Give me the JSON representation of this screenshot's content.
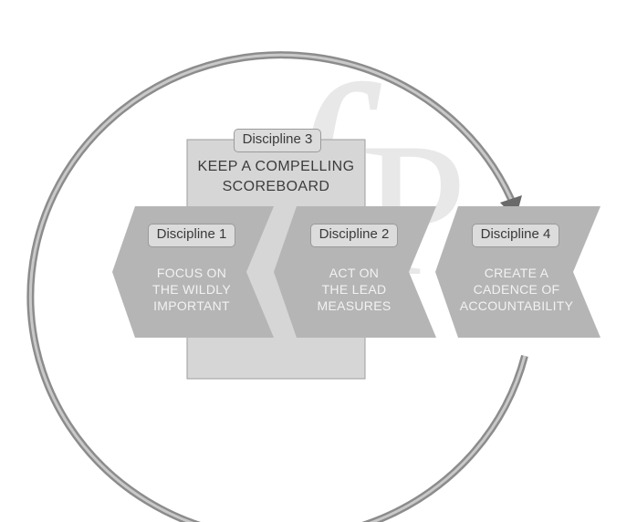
{
  "diagram": {
    "disciplines": [
      {
        "label": "Discipline 1",
        "lines": [
          "FOCUS ON",
          "THE WILDLY",
          "IMPORTANT"
        ]
      },
      {
        "label": "Discipline 2",
        "lines": [
          "ACT ON",
          "THE LEAD",
          "MEASURES"
        ]
      },
      {
        "label": "Discipline 3",
        "lines": [
          "KEEP A COMPELLING",
          "SCOREBOARD"
        ]
      },
      {
        "label": "Discipline 4",
        "lines": [
          "CREATE A",
          "CADENCE OF",
          "ACCOUNTABILITY"
        ]
      }
    ],
    "colors": {
      "ring": "#8c8c8c",
      "ring_inner": "#c4c4c4",
      "chevron": "#b5b5b5",
      "board": "#d6d6d6",
      "watermark": "#e2e2e2"
    },
    "watermark": "fP"
  }
}
